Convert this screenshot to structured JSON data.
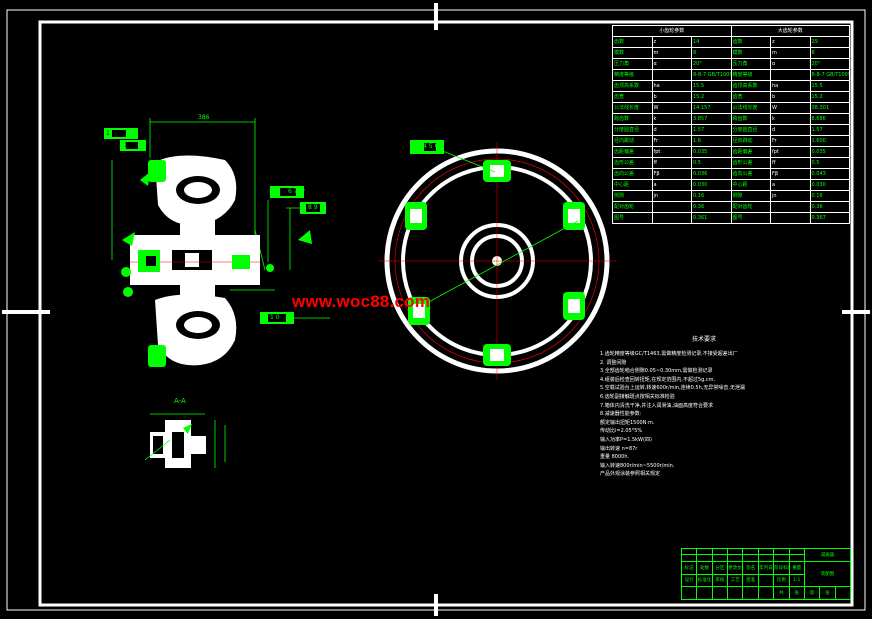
{
  "colors": {
    "background": "#000000",
    "frame": "#ffffff",
    "geometry": "#ffffff",
    "dimension": "#00ff00",
    "center_line": "#ff0000",
    "watermark": "#ff0000"
  },
  "watermark": "www.woc88.com",
  "section_label": "A-A",
  "notes": {
    "title": "技术要求",
    "items": [
      "1.齿轮精度等级GC/T1463,需做精度检测记录,不接受超差出厂",
      "2.   调整间隙",
      "3.全部齿轮啮合侧隙0.05~0.30mm,需做检测记录",
      "4.组装后检查回转扭矩,在规定范围内,不超过5g.cm.",
      "5.空载试验台上运转,转速600r/min,连续0.5h,无异常噪音,无泄漏",
      "6.齿轮副接触斑点按相关标准检验",
      "7.箱体内清洗干净,并注入润滑油,油面高度符合要求",
      "8.减速器性能参数:",
      "  额定输出扭矩1500N·m.",
      "  传动比i=2.05°5%",
      "  输入功率P=1.5kW(四)",
      "  输出转速 n=87r",
      "  重量 8000h.",
      "  输入转速800r/min~5500r/min.",
      "  产品外观涂装参照相关规定"
    ]
  },
  "gear_table": {
    "header": [
      "小齿轮参数",
      "大齿轮参数"
    ],
    "rows": [
      [
        "齿数",
        "z",
        "14",
        "齿数",
        "z",
        "29"
      ],
      [
        "模数",
        "m",
        "8",
        "模数",
        "m",
        "8"
      ],
      [
        "压力角",
        "α",
        "20°",
        "压力角",
        "α",
        "20°"
      ],
      [
        "精度等级",
        "",
        "8-8-7 GB/T10095",
        "精度等级",
        "",
        "8-8-7 GB/T10095"
      ],
      [
        "齿顶高系数",
        "ha",
        "15.5",
        "齿顶高系数",
        "ha",
        "15.5"
      ],
      [
        "齿宽",
        "b",
        "15.2",
        "齿宽",
        "b",
        "15.2"
      ],
      [
        "公法线长度",
        "W",
        "14.157",
        "公法线长度",
        "W",
        "38.301"
      ],
      [
        "跨齿数",
        "k",
        "3.857",
        "跨齿数",
        "k",
        "8.686"
      ],
      [
        "分度圆直径",
        "d",
        "1.57",
        "分度圆直径",
        "d",
        "1.57"
      ],
      [
        "径向跳动",
        "Fr",
        "1.6",
        "径向跳动",
        "Fr",
        "1.600"
      ],
      [
        "齿距偏差",
        "fpt",
        "0.035",
        "齿距偏差",
        "fpt",
        "0.035"
      ],
      [
        "齿形公差",
        "ff",
        "0.5",
        "齿形公差",
        "ff",
        "0.5"
      ],
      [
        "齿向公差",
        "Fβ",
        "0.036",
        "齿向公差",
        "Fβ",
        "0.043"
      ],
      [
        "中心距",
        "a",
        "0.030",
        "中心距",
        "a",
        "0.030"
      ],
      [
        "侧隙",
        "jn",
        "0.16",
        "侧隙",
        "jn",
        "0.16"
      ],
      [
        "配对齿轮",
        "",
        "0.36",
        "配对齿轮",
        "",
        "0.36"
      ],
      [
        "图号",
        "",
        "0.361",
        "图号",
        "",
        "0.367"
      ]
    ]
  },
  "title_block": {
    "drawing_name": "减速器",
    "part_name": "装配图",
    "cells": [
      "标记",
      "处数",
      "分区",
      "更改文件号",
      "签名",
      "年月日",
      "设计",
      "标准化",
      "阶段标记",
      "重量",
      "比例",
      "审核",
      "工艺",
      "批准",
      "共",
      "张",
      "第",
      "张",
      "1:1"
    ]
  },
  "dimensions": {
    "overall_width": "386",
    "left_tags": [
      "1 2",
      "1 5"
    ],
    "callouts": [
      "6 7",
      "8 9",
      "1 0"
    ],
    "wheel_tag": "4 5 6"
  }
}
